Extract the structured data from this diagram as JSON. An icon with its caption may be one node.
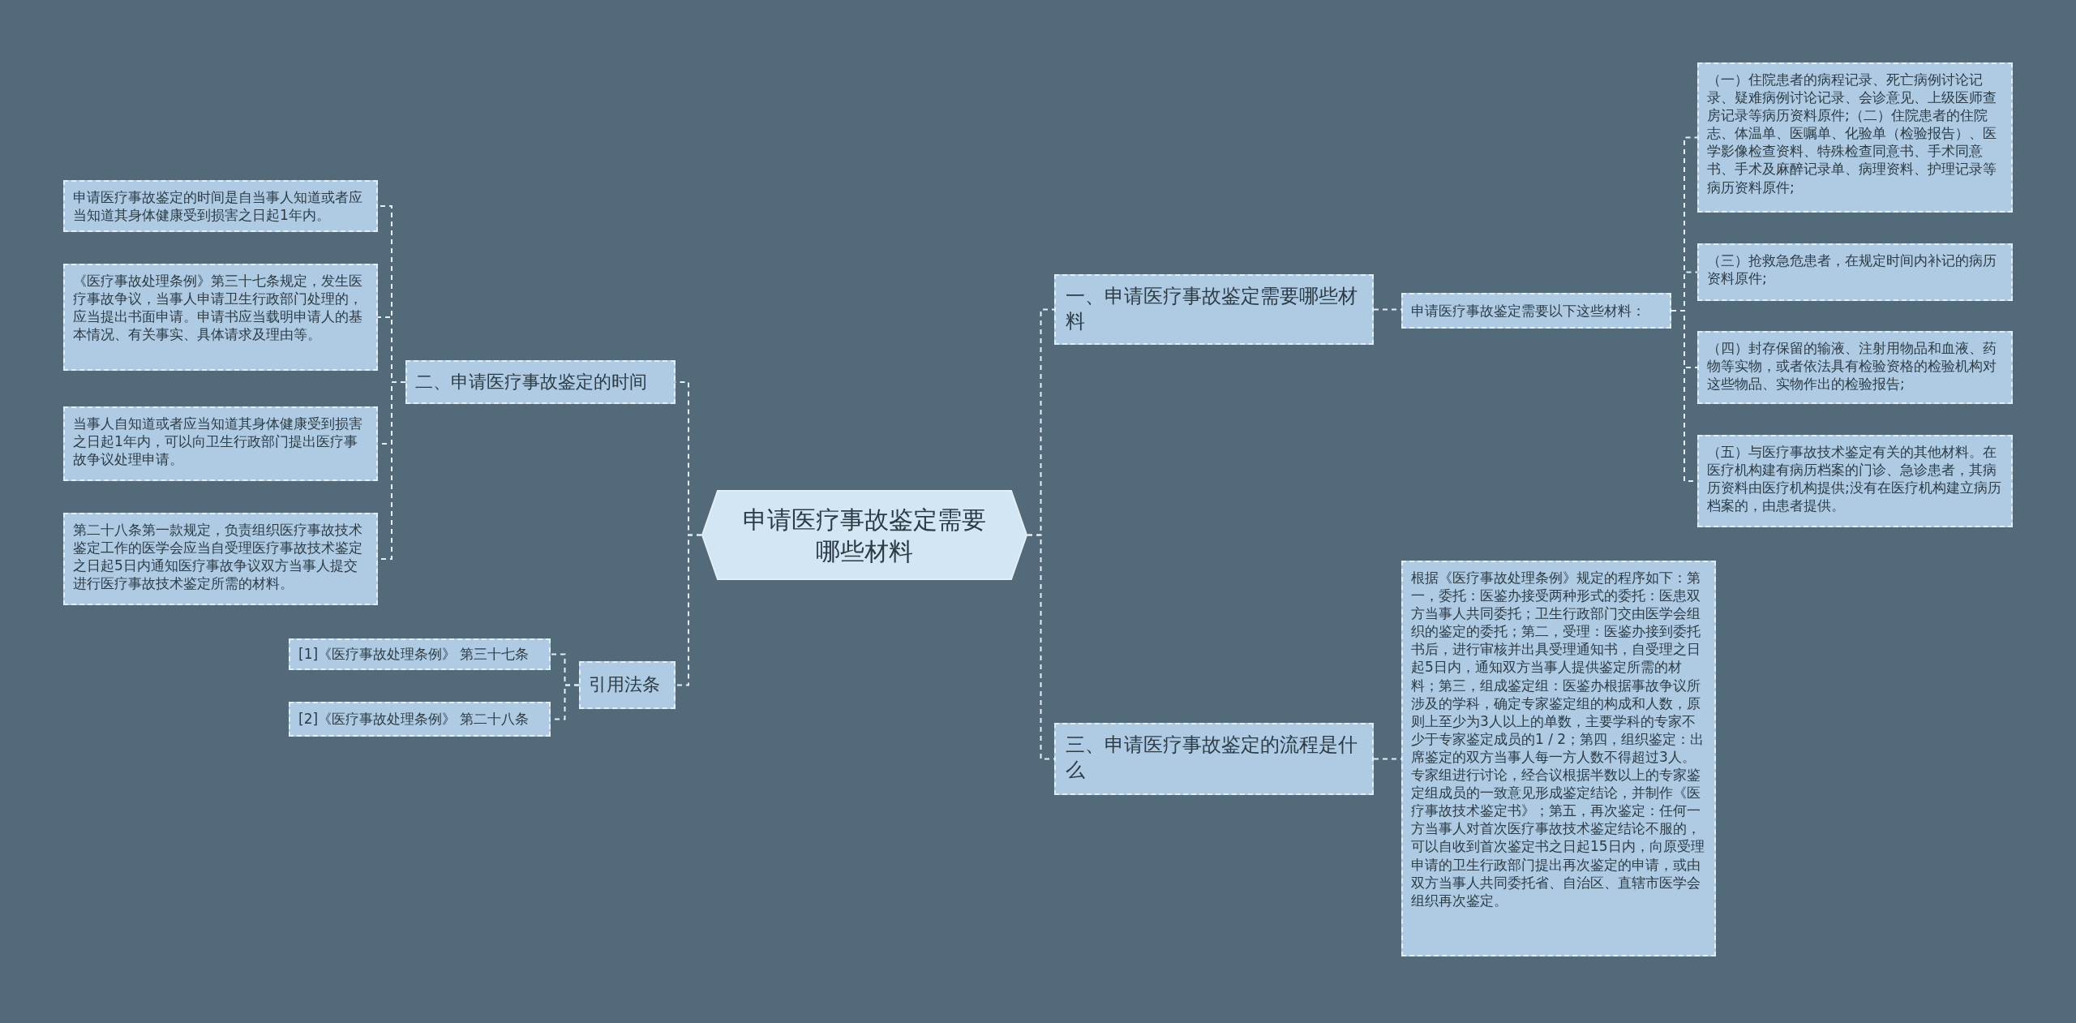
{
  "diagram": {
    "nodes": [
      {
        "text": [
          "申请医疗事故鉴定需要哪些材料"
        ]
      },
      {
        "text": [
          "一、申请医疗事故鉴定需要哪些材料"
        ]
      },
      {
        "text": [
          "申请医疗事故鉴定需要以下这些材料："
        ]
      },
      {
        "text": [
          "（一）住院患者的病程记录、死亡病例讨论记录、疑难病例讨论记录、会诊意见、上级医师查房记录等病历资料原件;（二）住院患者的住院志、体温单、医嘱单、化验单（检验报告）、医学影像检查资料、特殊检查同意书、手术同意书、手术及麻醉记录单、病理资料、护理记录等病历资料原件;"
        ]
      },
      {
        "text": [
          "（三）抢救急危患者，在规定时间内补记的病历资料原件;"
        ]
      },
      {
        "text": [
          "（四）封存保留的输液、注射用物品和血液、药物等实物，或者依法具有检验资格的检验机构对这些物品、实物作出的检验报告;"
        ]
      },
      {
        "text": [
          "（五）与医疗事故技术鉴定有关的其他材料。在医疗机构建有病历档案的门诊、急诊患者，其病历资料由医疗机构提供;没有在医疗机构建立病历档案的，由患者提供。"
        ]
      },
      {
        "text": [
          "三、申请医疗事故鉴定的流程是什么"
        ]
      },
      {
        "text": [
          "根据《医疗事故处理条例》规定的程序如下：第一，委托：医鉴办接受两种形式的委托：医患双方当事人共同委托；卫生行政部门交由医学会组织的鉴定的委托；第二，受理：医鉴办接到委托书后，进行审核并出具受理通知书，自受理之日起5日内，通知双方当事人提供鉴定所需的材料；第三，组成鉴定组：医鉴办根据事故争议所涉及的学科，确定专家鉴定组的构成和人数，原则上至少为3人以上的单数，主要学科的专家不少于专家鉴定成员的1 / 2；第四，组织鉴定：出席鉴定的双方当事人每一方人数不得超过3人。专家组进行讨论，经合议根据半数以上的专家鉴定组成员的一致意见形成鉴定结论，并制作《医疗事故技术鉴定书》；第五，再次鉴定：任何一方当事人对首次医疗事故技术鉴定结论不服的，可以自收到首次鉴定书之日起15日内，向原受理申请的卫生行政部门提出再次鉴定的申请，或由双方当事人共同委托省、自治区、直辖市医学会组织再次鉴定。"
        ]
      },
      {
        "text": [
          "二、申请医疗事故鉴定的时间"
        ]
      },
      {
        "text": [
          "申请医疗事故鉴定的时间是自当事人知道或者应当知道其身体健康受到损害之日起1年内。"
        ]
      },
      {
        "text": [
          "《医疗事故处理条例》第三十七条规定，发生医疗事故争议，当事人申请卫生行政部门处理的，应当提出书面申请。申请书应当载明申请人的基本情况、有关事实、具体请求及理由等。"
        ]
      },
      {
        "text": [
          "当事人自知道或者应当知道其身体健康受到损害之日起1年内，可以向卫生行政部门提出医疗事故争议处理申请。"
        ]
      },
      {
        "text": [
          "第二十八条第一款规定，负责组织医疗事故技术鉴定工作的医学会应当自受理医疗事故技术鉴定之日起5日内通知医疗事故争议双方当事人提交进行医疗事故技术鉴定所需的材料。"
        ]
      },
      {
        "text": [
          "引用法条"
        ]
      },
      {
        "text": [
          "[1]《医疗事故处理条例》 第三十七条"
        ]
      },
      {
        "text": [
          "[2]《医疗事故处理条例》 第二十八条"
        ]
      }
    ],
    "edges": [
      {
        "from": 0,
        "to": 1,
        "arrow": "none"
      },
      {
        "from": 1,
        "to": 2,
        "arrow": "none"
      },
      {
        "from": 2,
        "to": 3,
        "arrow": "none"
      },
      {
        "from": 2,
        "to": 4,
        "arrow": "none"
      },
      {
        "from": 2,
        "to": 5,
        "arrow": "none"
      },
      {
        "from": 2,
        "to": 6,
        "arrow": "none"
      },
      {
        "from": 0,
        "to": 7,
        "arrow": "none"
      },
      {
        "from": 7,
        "to": 8,
        "arrow": "none"
      },
      {
        "from": 0,
        "to": 9,
        "arrow": "none"
      },
      {
        "from": 9,
        "to": 10,
        "arrow": "none"
      },
      {
        "from": 9,
        "to": 11,
        "arrow": "none"
      },
      {
        "from": 9,
        "to": 12,
        "arrow": "none"
      },
      {
        "from": 9,
        "to": 13,
        "arrow": "none"
      },
      {
        "from": 0,
        "to": 14,
        "arrow": "none"
      },
      {
        "from": 14,
        "to": 15,
        "arrow": "none"
      },
      {
        "from": 14,
        "to": 16,
        "arrow": "none"
      }
    ]
  }
}
